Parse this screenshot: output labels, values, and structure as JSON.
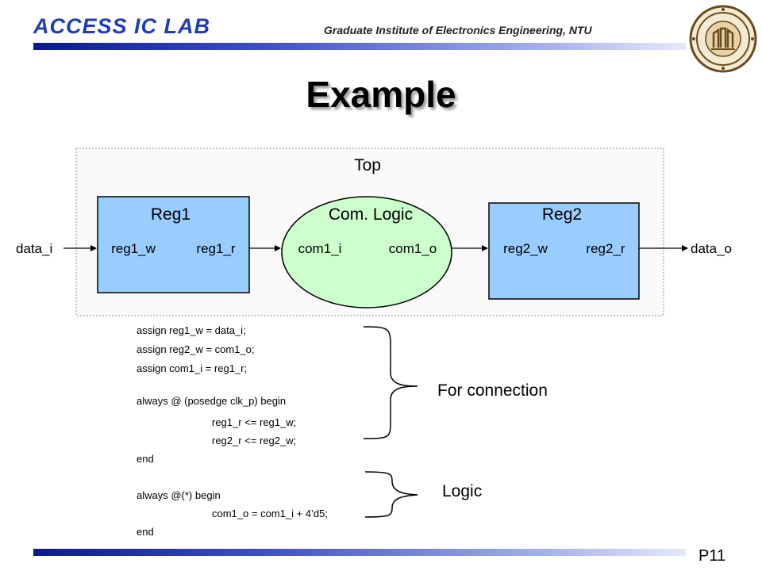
{
  "header": {
    "lab_title": "ACCESS IC LAB",
    "institute": "Graduate Institute of Electronics Engineering, NTU",
    "logo_icon": "ntu-seal-icon"
  },
  "title": "Example",
  "diagram": {
    "top_label": "Top",
    "reg1": {
      "title": "Reg1",
      "left_port": "reg1_w",
      "right_port": "reg1_r"
    },
    "com_logic": {
      "title": "Com. Logic",
      "left_port": "com1_i",
      "right_port": "com1_o"
    },
    "reg2": {
      "title": "Reg2",
      "left_port": "reg2_w",
      "right_port": "reg2_r"
    },
    "input_label": "data_i",
    "output_label": "data_o",
    "colors": {
      "register_fill": "#99ccff",
      "logic_fill": "#ccffcc",
      "top_border": "#8e8ea8"
    }
  },
  "code": {
    "lines": [
      "assign reg1_w = data_i;",
      "assign reg2_w = com1_o;",
      " assign com1_i = reg1_r;",
      "",
      "always @ (posedge clk_p) begin",
      "reg1_r <= reg1_w;",
      " reg2_r <= reg2_w;",
      "end",
      "",
      "always @(*) begin",
      "com1_o = com1_i + 4’d5;",
      "end"
    ]
  },
  "annotations": {
    "connection": "For connection",
    "logic": "Logic"
  },
  "footer": {
    "page": "P11"
  }
}
